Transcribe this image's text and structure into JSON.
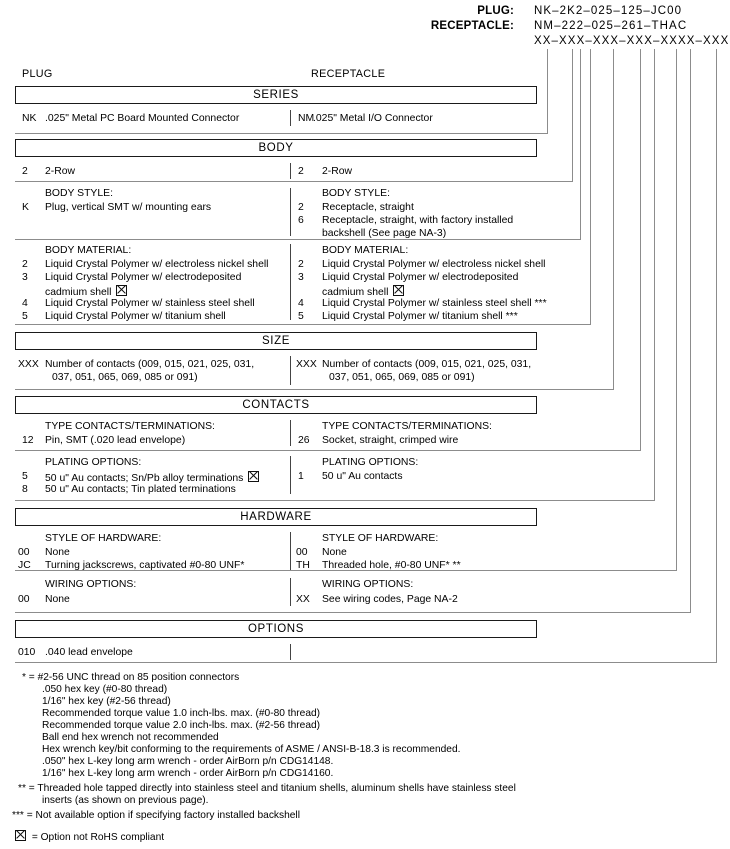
{
  "part_number": {
    "plug_label": "PLUG:",
    "plug_value": "NK–2K2–025–125–JC00",
    "receptacle_label": "RECEPTACLE:",
    "receptacle_value": "NM–222–025–261–THAC",
    "template": "XX–XXX–XXX–XXX–XXXX–XXX"
  },
  "columns": {
    "left": "PLUG",
    "right": "RECEPTACLE"
  },
  "sections": {
    "series": {
      "title": "SERIES",
      "left": [
        {
          "code": "NK",
          "text": ".025\" Metal PC Board Mounted Connector"
        }
      ],
      "right": [
        {
          "code": "NM",
          "text": ".025\" Metal I/O Connector"
        }
      ]
    },
    "body": {
      "title": "BODY",
      "row_left": [
        {
          "code": "2",
          "text": "2-Row"
        }
      ],
      "row_right": [
        {
          "code": "2",
          "text": "2-Row"
        }
      ],
      "style_header": "BODY STYLE:",
      "style_left": [
        {
          "code": "K",
          "text": "Plug, vertical SMT w/ mounting ears"
        }
      ],
      "style_right": [
        {
          "code": "2",
          "text": "Receptacle, straight"
        },
        {
          "code": "6",
          "text": "Receptacle, straight, with factory installed"
        },
        {
          "code": "",
          "text": "backshell (See page NA-3)"
        }
      ],
      "material_header": "BODY MATERIAL:",
      "material_left": [
        {
          "code": "2",
          "text": "Liquid Crystal Polymer w/ electroless nickel shell",
          "rohs": false
        },
        {
          "code": "3",
          "text": "Liquid Crystal Polymer w/ electrodeposited",
          "rohs": false
        },
        {
          "code": "",
          "text": "cadmium shell",
          "rohs": true
        },
        {
          "code": "4",
          "text": "Liquid Crystal Polymer w/ stainless steel shell",
          "rohs": false
        },
        {
          "code": "5",
          "text": "Liquid Crystal Polymer w/ titanium shell",
          "rohs": false
        }
      ],
      "material_right": [
        {
          "code": "2",
          "text": "Liquid Crystal Polymer w/ electroless nickel shell",
          "rohs": false
        },
        {
          "code": "3",
          "text": "Liquid Crystal Polymer w/ electrodeposited",
          "rohs": false
        },
        {
          "code": "",
          "text": "cadmium shell",
          "rohs": true
        },
        {
          "code": "4",
          "text": "Liquid Crystal Polymer w/ stainless steel shell ***",
          "rohs": false
        },
        {
          "code": "5",
          "text": "Liquid Crystal Polymer w/ titanium shell ***",
          "rohs": false
        }
      ]
    },
    "size": {
      "title": "SIZE",
      "left": [
        {
          "code": "XXX",
          "text": "Number of contacts (009, 015, 021, 025, 031,"
        },
        {
          "code": "",
          "text": "037, 051, 065, 069, 085 or 091)"
        }
      ],
      "right": [
        {
          "code": "XXX",
          "text": "Number of contacts (009, 015, 021, 025, 031,"
        },
        {
          "code": "",
          "text": "037, 051, 065, 069,  085 or 091)"
        }
      ]
    },
    "contacts": {
      "title": "CONTACTS",
      "type_header": "TYPE CONTACTS/TERMINATIONS:",
      "type_left": [
        {
          "code": "12",
          "text": "Pin, SMT (.020 lead envelope)"
        }
      ],
      "type_right": [
        {
          "code": "26",
          "text": "Socket, straight, crimped wire"
        }
      ],
      "plating_header": "PLATING OPTIONS:",
      "plating_left": [
        {
          "code": "5",
          "text": "50 u\" Au contacts; Sn/Pb alloy terminations",
          "rohs": true
        },
        {
          "code": "8",
          "text": "50 u\" Au contacts; Tin plated terminations",
          "rohs": false
        }
      ],
      "plating_right": [
        {
          "code": "1",
          "text": "50 u\" Au contacts",
          "rohs": false
        }
      ]
    },
    "hardware": {
      "title": "HARDWARE",
      "style_header": "STYLE OF HARDWARE:",
      "style_left": [
        {
          "code": "00",
          "text": "None"
        },
        {
          "code": "JC",
          "text": "Turning jackscrews, captivated #0-80 UNF*"
        }
      ],
      "style_right": [
        {
          "code": "00",
          "text": "None"
        },
        {
          "code": "TH",
          "text": "Threaded hole, #0-80 UNF*  **"
        }
      ],
      "wiring_header": "WIRING OPTIONS:",
      "wiring_left": [
        {
          "code": "00",
          "text": "None"
        }
      ],
      "wiring_right": [
        {
          "code": "XX",
          "text": "See wiring codes, Page NA-2"
        }
      ]
    },
    "options": {
      "title": "OPTIONS",
      "left": [
        {
          "code": "010",
          "text": ".040 lead envelope"
        }
      ],
      "right": []
    }
  },
  "footnotes": {
    "single_star": [
      "* = #2-56 UNC thread on 85 position connectors",
      ".050 hex key (#0-80 thread)",
      "1/16\" hex key (#2-56 thread)",
      "Recommended torque value 1.0 inch-lbs. max. (#0-80 thread)",
      "Recommended torque value 2.0 inch-lbs. max. (#2-56 thread)",
      "Ball end hex wrench not recommended",
      "Hex wrench key/bit conforming to the requirements of ASME / ANSI-B-18.3 is recommended.",
      ".050\" hex L-key long arm wrench - order AirBorn p/n CDG14148.",
      "1/16\" hex L-key long arm wrench - order AirBorn p/n CDG14160."
    ],
    "double_star": [
      "** = Threaded hole tapped directly into stainless steel and titanium shells, aluminum shells have stainless steel",
      "inserts (as shown on previous page)."
    ],
    "triple_star": [
      "*** = Not available option if specifying factory installed backshell"
    ],
    "rohs_note": "= Option not RoHS compliant"
  }
}
